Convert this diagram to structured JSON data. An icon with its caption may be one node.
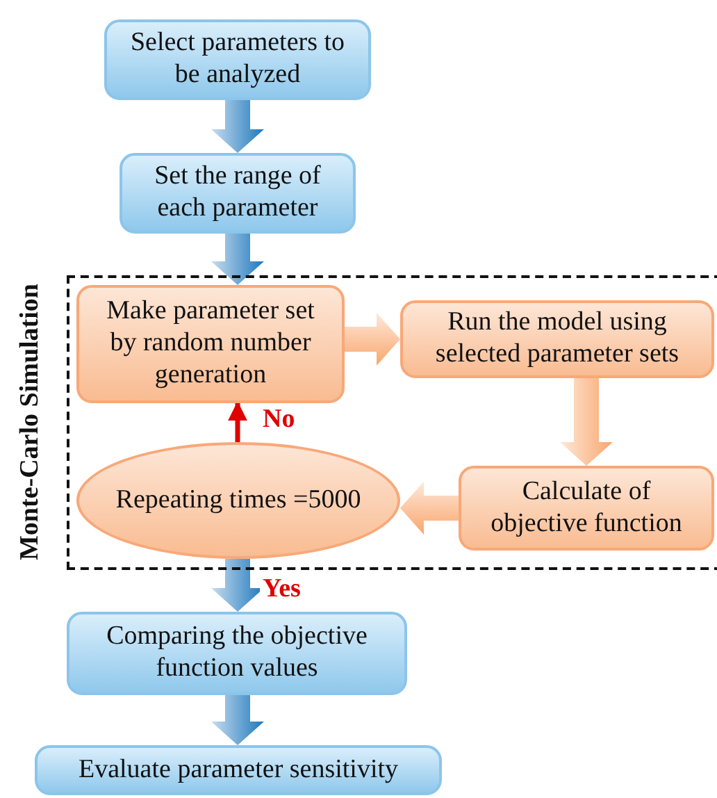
{
  "diagram": {
    "nodes": [
      {
        "text": [
          "Select parameters to be analyzed"
        ]
      },
      {
        "text": [
          "Set the range of each parameter"
        ]
      },
      {
        "text": [
          "Monte-Carlo Simulation"
        ]
      },
      {
        "text": [
          "Make parameter set by random number generation"
        ],
        "in": 2
      },
      {
        "text": [
          "Run the model using selected parameter sets"
        ],
        "in": 2
      },
      {
        "text": [
          "Calculate of objective function"
        ],
        "in": 2
      },
      {
        "text": [
          "Repeating times =5000"
        ],
        "in": 2
      },
      {
        "text": [
          "Comparing the objective function values"
        ]
      },
      {
        "text": [
          "Evaluate parameter sensitivity"
        ]
      }
    ],
    "edges": [
      {
        "from": 0,
        "to": 1,
        "arrow": "to",
        "style": "thick"
      },
      {
        "from": 1,
        "to": 3,
        "arrow": "to",
        "style": "thick"
      },
      {
        "from": 3,
        "to": 4,
        "arrow": "to",
        "style": "thick",
        "color": "#f9a66c"
      },
      {
        "from": 4,
        "to": 5,
        "arrow": "to",
        "style": "thick",
        "color": "#f9a66c"
      },
      {
        "from": 5,
        "to": 6,
        "arrow": "to",
        "style": "thick",
        "color": "#f9a66c"
      },
      {
        "from": 6,
        "to": 3,
        "arrow": "to",
        "label": "No",
        "color": "#e00000"
      },
      {
        "from": 6,
        "to": 7,
        "arrow": "to",
        "label": "Yes",
        "style": "thick"
      },
      {
        "from": 7,
        "to": 8,
        "arrow": "to",
        "style": "thick"
      }
    ]
  }
}
